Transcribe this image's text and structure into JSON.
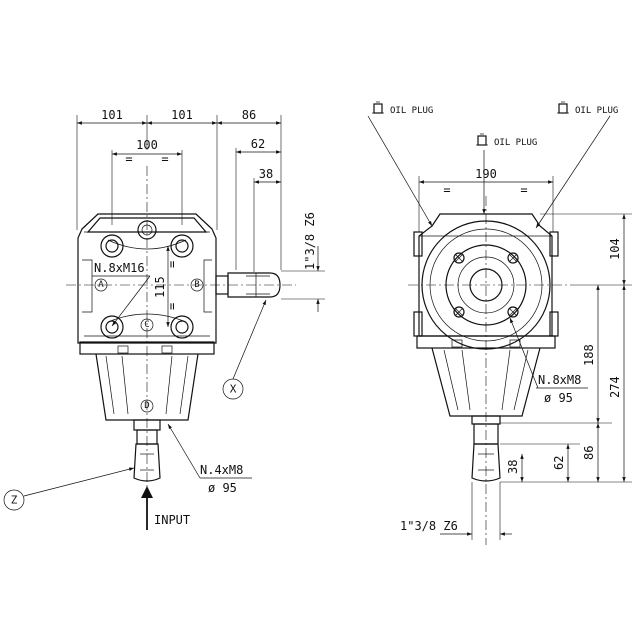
{
  "front_view": {
    "dim_top_left": "101",
    "dim_top_mid": "101",
    "dim_top_right": "86",
    "dim_bolt_spacing": "100",
    "dim_shaft_62": "62",
    "dim_shaft_38": "38",
    "dim_vertical_115": "115",
    "equal_mark": "=",
    "spline_label": "1\"3/8 Z6",
    "bolt_callout": "N.8xM16",
    "flange_callout_line1": "N.4xM8",
    "flange_callout_line2": "ø 95",
    "input_label": "INPUT",
    "marker_a": "A",
    "marker_b": "B",
    "marker_c": "C",
    "marker_d": "D",
    "marker_x": "X",
    "marker_z": "Z"
  },
  "side_view": {
    "oil_plug_left": "OIL PLUG",
    "oil_plug_mid": "OIL PLUG",
    "oil_plug_right": "OIL PLUG",
    "dim_width_190": "190",
    "equal_mark": "=",
    "dim_104": "104",
    "dim_188": "188",
    "dim_274": "274",
    "dim_86": "86",
    "dim_62": "62",
    "dim_38": "38",
    "flange_callout_line1": "N.8xM8",
    "flange_callout_line2": "ø 95",
    "spline_label": "1\"3/8 Z6"
  }
}
